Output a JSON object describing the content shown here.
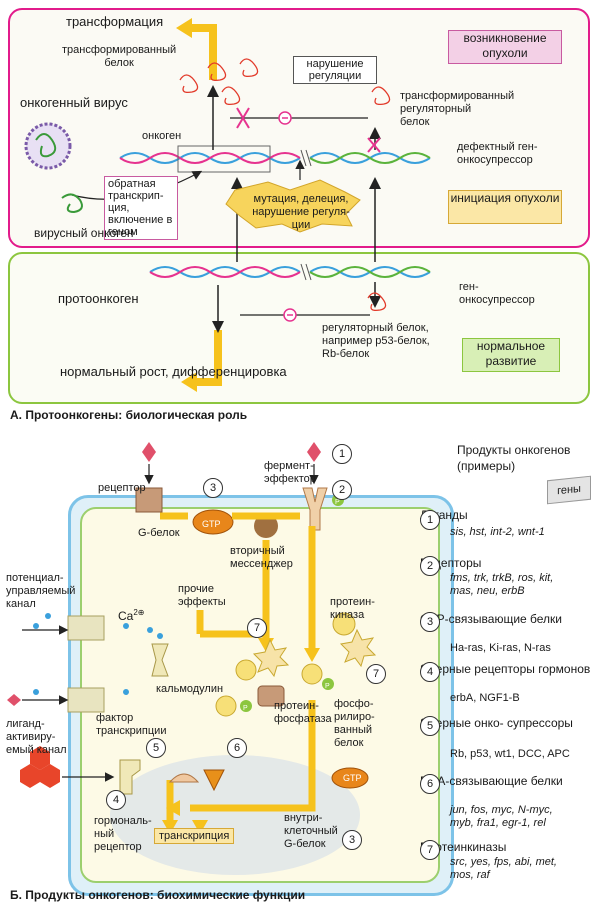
{
  "panelA": {
    "transformation": "трансформация",
    "transformed_protein": "трансформированный\nбелок",
    "regulation_disruption": "нарушение\nрегуляции",
    "tumor_emergence": "возникновение\nопухоли",
    "oncogenic_virus": "онкогенный вирус",
    "oncogene": "онкоген",
    "transformed_regulatory_protein": "трансформированный\nрегуляторный\nбелок",
    "defective_gene": "дефектный ген-\nонкосупрессор",
    "reverse_transcription": "обратная\nтранскрип-\nция,\nвключение\nв геном",
    "mutation_box": "мутация, делеция,\nнарушение регуля-\nции",
    "tumor_initiation": "инициация\nопухоли",
    "viral_oncogene": "вирусный онкоген",
    "protooncogene": "протоонкоген",
    "tumor_suppressor_gene": "ген-\nонкосупрессор",
    "regulatory_protein": "регуляторный белок,\nнапример p53-белок,\nRb-белок",
    "normal_growth": "нормальный рост,\nдифференцировка",
    "normal_development": "нормальное\nразвитие",
    "caption": "А. Протоонкогены: биологическая роль"
  },
  "panelB": {
    "receptor": "рецептор",
    "g_protein": "G-белок",
    "gtp": "GTP",
    "enzyme_effector": "фермент-\nэффектор",
    "second_messenger": "вторичный\nмессенджер",
    "other_effects": "прочие\nэффекты",
    "voltage_channel": "потенциал-\nуправляемый\nканал",
    "calcium": "Ca",
    "calcium_sup": "2⊕",
    "calmodulin": "кальмодулин",
    "protein_kinase": "протеин-\nкиназа",
    "p": "P",
    "ligand_channel": "лиганд-\nактивиру-\nемый канал",
    "transcription_factor": "фактор\nтранскрипции",
    "protein_phosphatase": "протеин-\nфосфатаза",
    "phosphorylated_protein": "фосфо-\nрилиро-\nванный\nбелок",
    "hormonal_receptor": "гормональ-\nный\nрецептор",
    "transcription": "транскрипция",
    "intracellular_g": "внутри-\nклеточный\nG-белок",
    "caption": "Б. Продукты онкогенов: биохимические функции",
    "n1": "1",
    "n2": "2",
    "n3": "3",
    "n4": "4",
    "n5": "5",
    "n6": "6",
    "n7": "7"
  },
  "legend": {
    "title": "Продукты онкогенов\n(примеры)",
    "genes": "гены",
    "items": [
      {
        "num": "1",
        "name": "Лиганды",
        "genes": "sis, hst, int-2, wnt-1"
      },
      {
        "num": "2",
        "name": "Рецепторы",
        "genes": "fms, trk, trkB, ros, kit,\nmas, neu, erbB"
      },
      {
        "num": "3",
        "name": "GTP-связывающие\nбелки",
        "genes": "Ha-ras, Ki-ras, N-ras"
      },
      {
        "num": "4",
        "name": "Ядерные рецепторы\nгормонов",
        "genes": "erbA, NGF1-B"
      },
      {
        "num": "5",
        "name": "Ядерные онко-\nсупрессоры",
        "genes": "Rb, p53, wt1, DCC, APC"
      },
      {
        "num": "6",
        "name": "DNA-связывающие\nбелки",
        "genes": "jun, fos, myc, N-myc,\nmyb, fra1, egr-1, rel"
      },
      {
        "num": "7",
        "name": "Протеинкиназы",
        "genes": "src, yes, fps, abi, met,\nmos, raf"
      }
    ]
  },
  "colors": {
    "panel_a_border": "#e21b8b",
    "panel_a2_border": "#8cc63f",
    "arrow_yellow": "#f6c21c",
    "dna_blue": "#3aa0dc",
    "dna_pink": "#e6338f",
    "dna_green": "#5bb33c",
    "cell_membrane": "#7dc3e8"
  }
}
